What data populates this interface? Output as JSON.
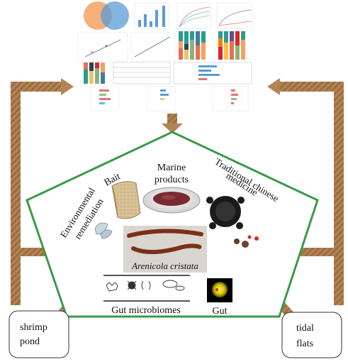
{
  "labels": {
    "bait": "Bait",
    "marine_products_line1": "Marine",
    "marine_products_line2": "products",
    "traditional_line1": "Traditional chinese",
    "traditional_line2": "medicine",
    "environmental_line1": "Environmental",
    "environmental_line2": "remediation",
    "species": "Arenicola cristata",
    "gut_microbiomes": "Gut microbiomes",
    "gut": "Gut"
  },
  "sources": {
    "left": {
      "line1": "shrimp",
      "line2": "pond"
    },
    "right": {
      "line1": "tidal",
      "line2": "flats"
    }
  },
  "colors": {
    "pentagon_border": "#3a9a4a",
    "arrow_fill": "#b48456",
    "arrow_dark": "#8c6236",
    "worm": "#7a2f1a"
  },
  "icons": {
    "results_panel": "analysis-figure-collage-icon",
    "bait": "scroll-bait-icon",
    "marine": "dish-icon",
    "medicine": "dried-worm-icon",
    "environment": "shell-icon",
    "worms": "worm-photo-icon",
    "microbes": "bacteria-icon",
    "gut": "gut-glow-icon"
  }
}
